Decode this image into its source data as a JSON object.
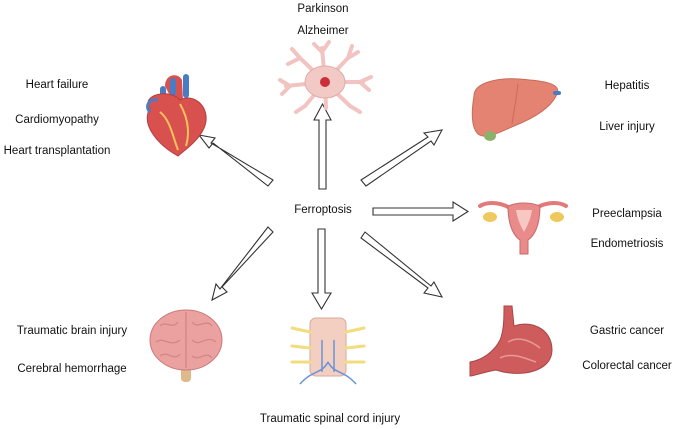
{
  "center": {
    "label": "Ferroptosis"
  },
  "groups": {
    "neuro": {
      "items": [
        "Parkinson",
        "Alzheimer"
      ],
      "icon": "neuron-icon"
    },
    "heart": {
      "items": [
        "Heart failure",
        "Cardiomyopathy",
        "Heart transplantation"
      ],
      "icon": "heart-icon"
    },
    "liver": {
      "items": [
        "Hepatitis",
        "Liver injury"
      ],
      "icon": "liver-icon"
    },
    "uterus": {
      "items": [
        "Preeclampsia",
        "Endometriosis"
      ],
      "icon": "uterus-icon"
    },
    "brain": {
      "items": [
        "Traumatic brain injury",
        "Cerebral hemorrhage"
      ],
      "icon": "brain-icon"
    },
    "spine": {
      "items": [
        "Traumatic spinal cord injury"
      ],
      "icon": "spinal-cord-icon"
    },
    "gut": {
      "items": [
        "Gastric cancer",
        "Colorectal cancer"
      ],
      "icon": "stomach-icon"
    }
  },
  "colors": {
    "arrow_stroke": "#333333",
    "heart": "#d9514f",
    "vessel_blue": "#4a7cc4",
    "liver": "#e58372",
    "neuron": "#f3c9c6",
    "brain": "#eba1a0",
    "stomach": "#cf5c5c"
  }
}
